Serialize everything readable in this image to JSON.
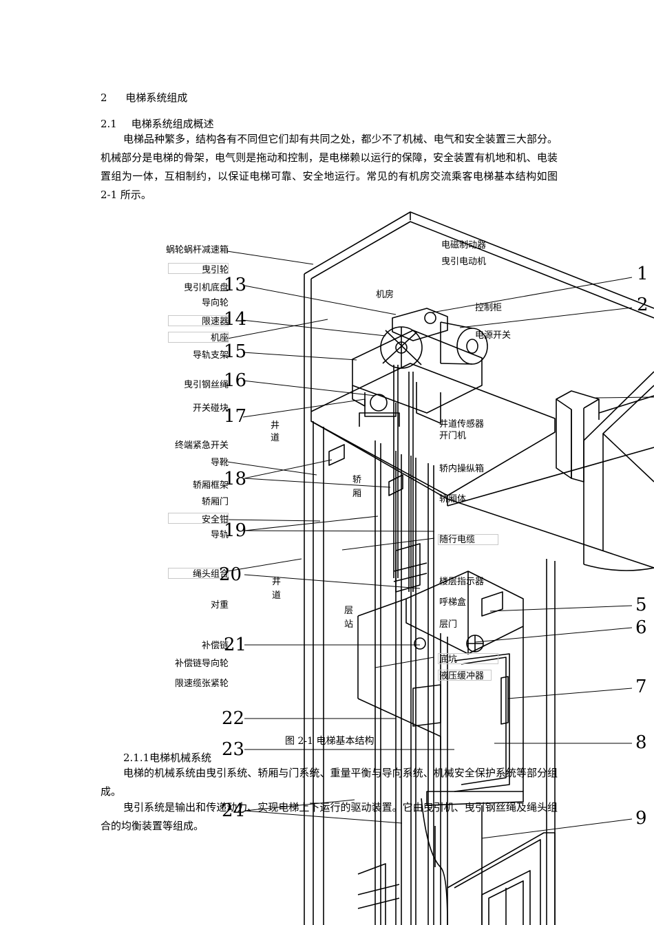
{
  "section": {
    "number": "2",
    "title": "电梯系统组成"
  },
  "subsection": {
    "number": "2.1",
    "title": "电梯系统组成概述"
  },
  "para1": "电梯品种繁多，结构各有不同但它们却有共同之处，都少不了机械、电气和安全装置三大部分。机械部分是电梯的骨架，电气则是拖动和控制，是电梯赖以运行的保障，安全装置有机地和机、电装置组为一体，互相制约，以保证电梯可靠、安全地运行。常见的有机房交流乘客电梯基本结构如图 2-1 所示。",
  "figure": {
    "caption": "图 2-1  电梯基本结构",
    "left_labels": [
      "蜗轮蜗杆减速箱",
      "曳引轮",
      "曳引机底盘",
      "导向轮",
      "限速器",
      "机座",
      "导轨支架",
      "曳引钢丝绳",
      "开关碰块",
      "终端紧急开关",
      "导靴",
      "轿厢框架",
      "轿厢门",
      "安全钳",
      "导轨",
      "绳头组合",
      "对重",
      "补偿链",
      "补偿链导向轮",
      "限速缆张紧轮"
    ],
    "right_labels": [
      "电磁制动器",
      "曳引电动机",
      "控制柜",
      "电源开关",
      "井道传感器",
      "开门机",
      "轿内操纵箱",
      "轿厢体",
      "随行电缆",
      "楼层指示器",
      "呼梯盒",
      "层门",
      "底坑",
      "液压缓冲器"
    ],
    "inner_labels": {
      "machine_room": "机房",
      "shaft1": "井道",
      "car": "轿厢",
      "shaft2": "井道",
      "landing": "层站"
    },
    "left_numbers": [
      "13",
      "14",
      "15",
      "16",
      "17",
      "18",
      "19",
      "20",
      "21",
      "22",
      "23",
      "24"
    ],
    "right_numbers": [
      "1",
      "2",
      "5",
      "6",
      "7",
      "8",
      "9"
    ]
  },
  "subsubsection": {
    "number": "2.1.1",
    "title": "电梯机械系统"
  },
  "para2": "电梯的机械系统由曳引系统、轿厢与门系统、重量平衡与导向系统、机械安全保护系统等部分组成。",
  "para3": "曳引系统是输出和传递动力、实现电梯上下运行的驱动装置。它由曳引机、曳引钢丝绳及绳头组合的均衡装置等组成。"
}
